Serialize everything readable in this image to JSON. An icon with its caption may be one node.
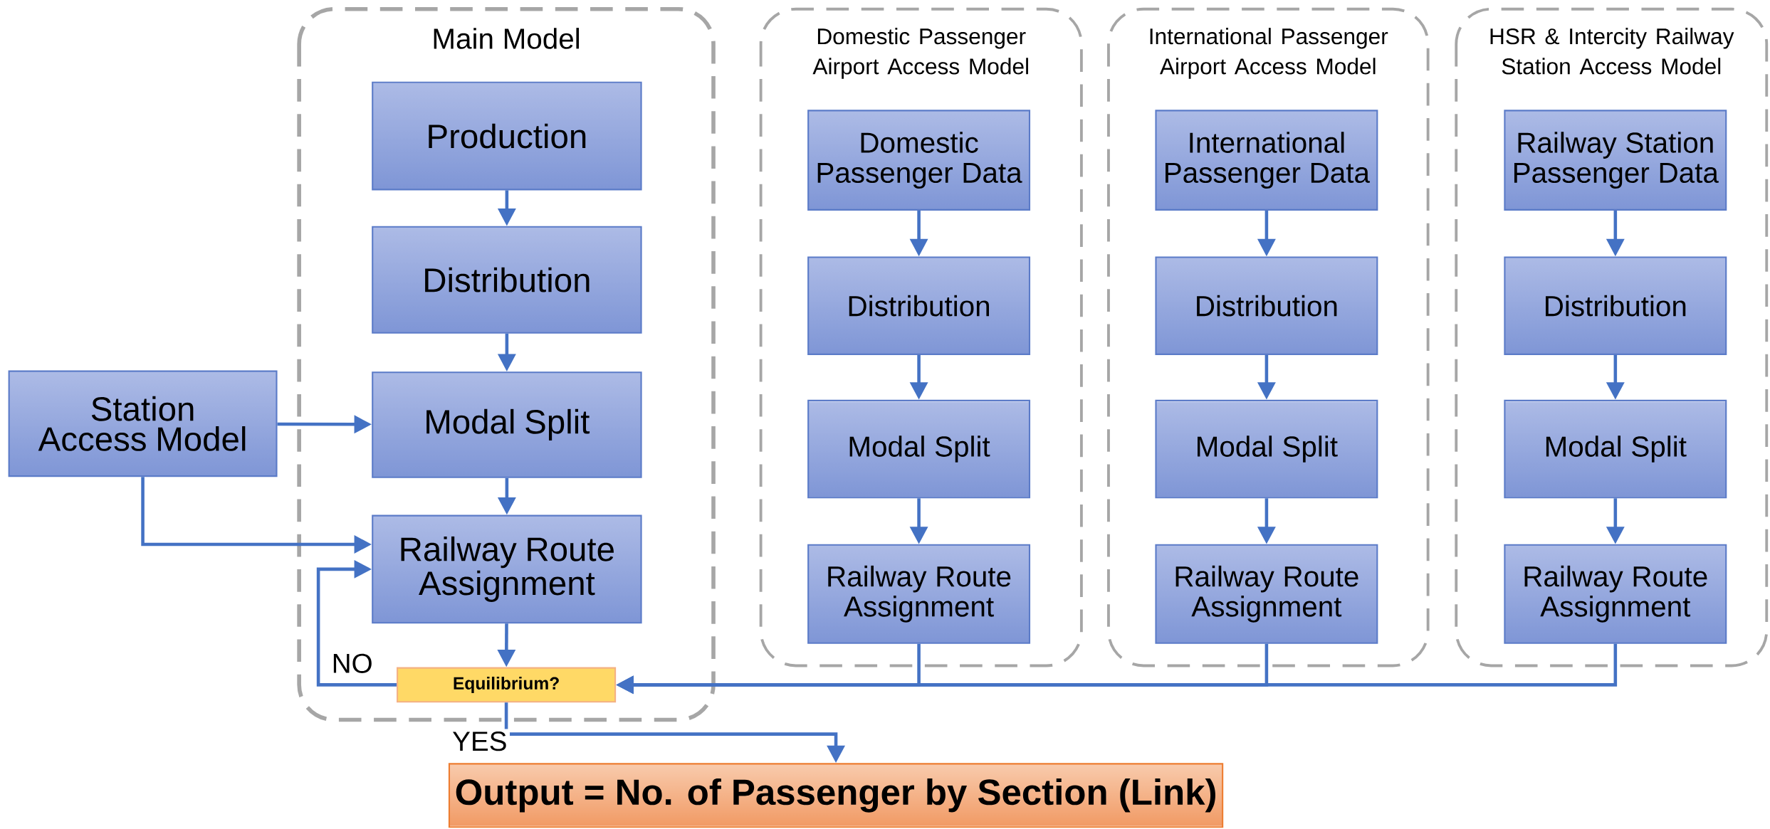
{
  "diagram": {
    "nodes": [
      {
        "text": [
          "Main Model"
        ]
      },
      {
        "text": [
          "Production"
        ],
        "in": 0
      },
      {
        "text": [
          "Distribution"
        ],
        "in": 0
      },
      {
        "text": [
          "Modal Split"
        ],
        "in": 0
      },
      {
        "text": [
          "Railway Route Assignment"
        ],
        "in": 0
      },
      {
        "text": [
          "Equilibrium?"
        ],
        "in": 0
      },
      {
        "text": [
          "Station Access Model"
        ]
      },
      {
        "text": [
          "Domestic Passenger Airport Access Model"
        ]
      },
      {
        "text": [
          "Domestic Passenger Data"
        ],
        "in": 7
      },
      {
        "text": [
          "Distribution"
        ],
        "in": 7
      },
      {
        "text": [
          "Modal Split"
        ],
        "in": 7
      },
      {
        "text": [
          "Railway Route Assignment"
        ],
        "in": 7
      },
      {
        "text": [
          "International Passenger Airport Access Model"
        ]
      },
      {
        "text": [
          "International Passenger Data"
        ],
        "in": 12
      },
      {
        "text": [
          "Distribution"
        ],
        "in": 12
      },
      {
        "text": [
          "Modal Split"
        ],
        "in": 12
      },
      {
        "text": [
          "Railway Route Assignment"
        ],
        "in": 12
      },
      {
        "text": [
          "HSR & Intercity Railway Station Access Model"
        ]
      },
      {
        "text": [
          "Railway Station Passenger Data"
        ],
        "in": 17
      },
      {
        "text": [
          "Distribution"
        ],
        "in": 17
      },
      {
        "text": [
          "Modal Split"
        ],
        "in": 17
      },
      {
        "text": [
          "Railway Route Assignment"
        ],
        "in": 17
      },
      {
        "text": [
          "Output = No. of Passenger by Section (Link)"
        ]
      }
    ],
    "edges": [
      {
        "from": 1,
        "to": 2,
        "arrow": "to"
      },
      {
        "from": 2,
        "to": 3,
        "arrow": "to"
      },
      {
        "from": 3,
        "to": 4,
        "arrow": "to"
      },
      {
        "from": 4,
        "to": 5,
        "arrow": "to"
      },
      {
        "from": 6,
        "to": 3,
        "arrow": "to"
      },
      {
        "from": 6,
        "to": 4,
        "arrow": "to"
      },
      {
        "from": 5,
        "to": 4,
        "arrow": "to",
        "label": "NO"
      },
      {
        "from": 5,
        "to": 22,
        "arrow": "to",
        "label": "YES"
      },
      {
        "from": 8,
        "to": 9,
        "arrow": "to"
      },
      {
        "from": 9,
        "to": 10,
        "arrow": "to"
      },
      {
        "from": 10,
        "to": 11,
        "arrow": "to"
      },
      {
        "from": 13,
        "to": 14,
        "arrow": "to"
      },
      {
        "from": 14,
        "to": 15,
        "arrow": "to"
      },
      {
        "from": 15,
        "to": 16,
        "arrow": "to"
      },
      {
        "from": 18,
        "to": 19,
        "arrow": "to"
      },
      {
        "from": 19,
        "to": 20,
        "arrow": "to"
      },
      {
        "from": 20,
        "to": 21,
        "arrow": "to"
      },
      {
        "from": 11,
        "to": 5,
        "arrow": "to"
      },
      {
        "from": 16,
        "to": 5,
        "arrow": "to"
      },
      {
        "from": 21,
        "to": 5,
        "arrow": "to"
      }
    ]
  }
}
